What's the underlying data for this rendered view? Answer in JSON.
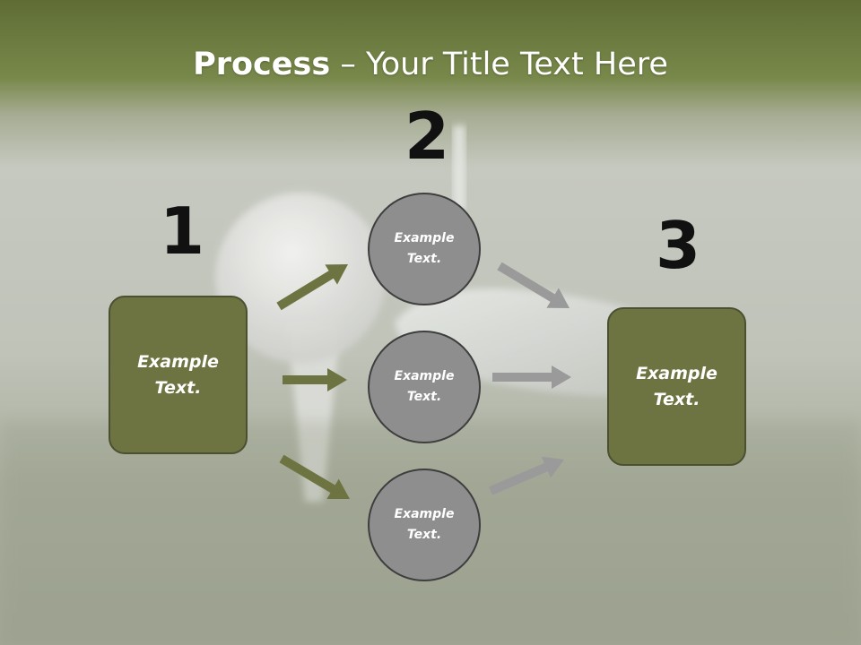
{
  "title": {
    "bold": "Process",
    "separator": "–",
    "rest": "Your Title Text Here"
  },
  "steps": [
    {
      "number": "1",
      "text": "Example Text."
    },
    {
      "number": "2",
      "items": [
        "Example Text.",
        "Example Text.",
        "Example Text."
      ]
    },
    {
      "number": "3",
      "text": "Example Text."
    }
  ],
  "colors": {
    "box_fill": "#6d7442",
    "box_border": "#4a5030",
    "circle_fill": "#8e8e8e",
    "arrow_green": "#6d7442",
    "arrow_gray": "#9a9a9a",
    "header_green": "#6f7d3f"
  }
}
